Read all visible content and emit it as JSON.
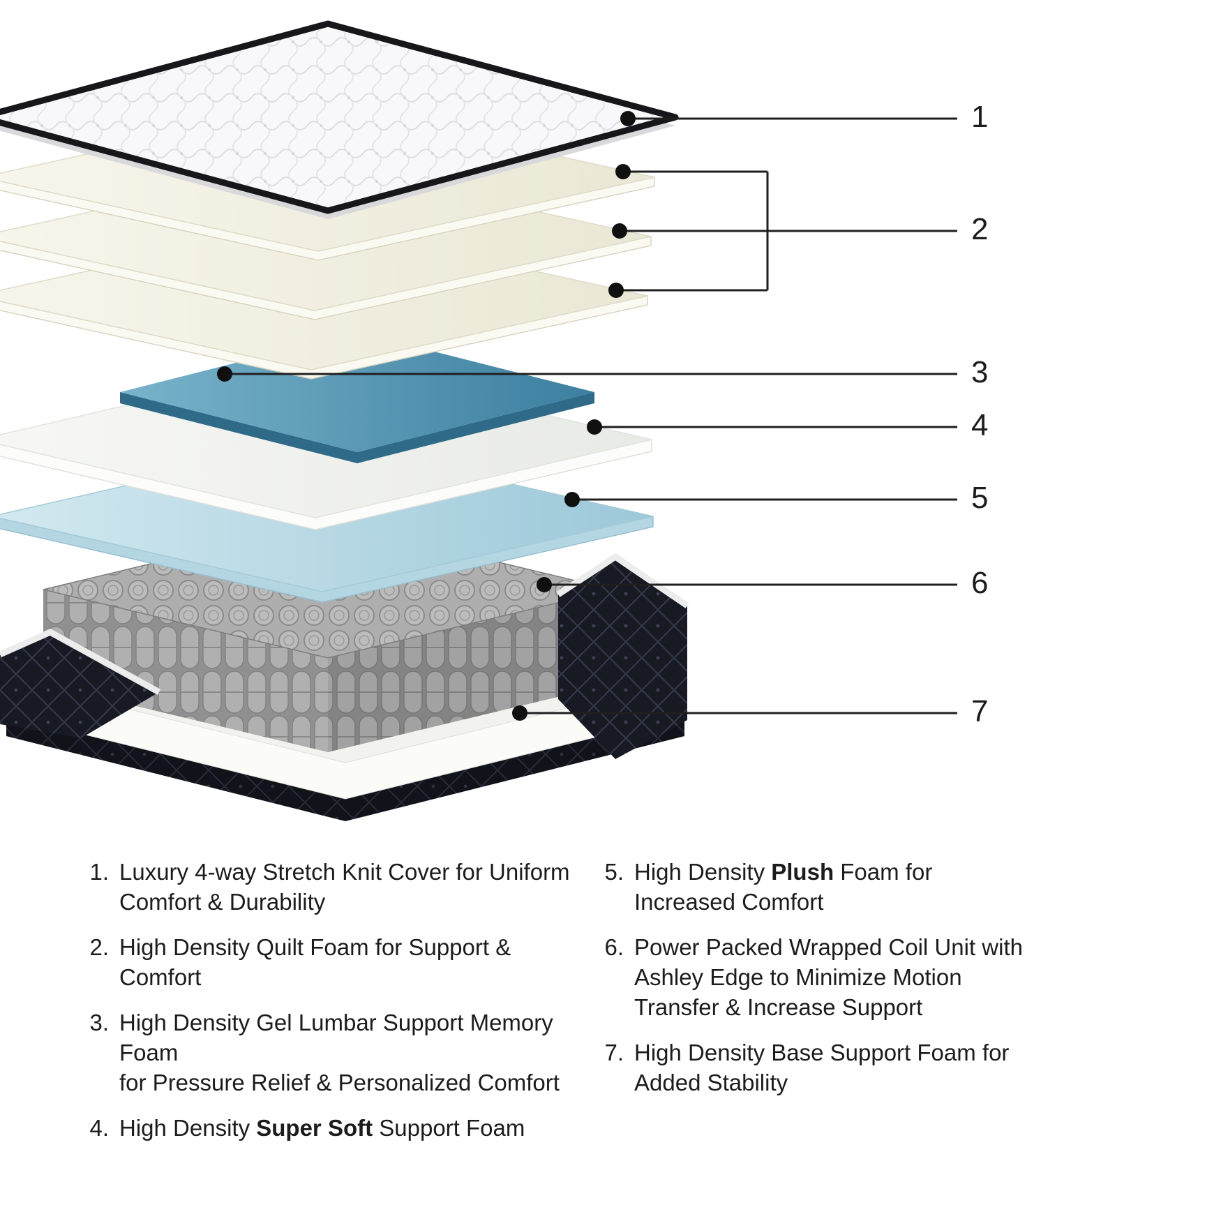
{
  "callouts": [
    {
      "label": "1"
    },
    {
      "label": "2"
    },
    {
      "label": "3"
    },
    {
      "label": "4"
    },
    {
      "label": "5"
    },
    {
      "label": "6"
    },
    {
      "label": "7"
    }
  ],
  "legend": {
    "left": [
      {
        "num": "1.",
        "segments": [
          {
            "text": "Luxury 4-way Stretch Knit Cover for Uniform\nComfort & Durability",
            "bold": false
          }
        ]
      },
      {
        "num": "2.",
        "segments": [
          {
            "text": "High Density Quilt Foam for Support & Comfort",
            "bold": false
          }
        ]
      },
      {
        "num": "3.",
        "segments": [
          {
            "text": "High Density Gel Lumbar Support Memory Foam\nfor Pressure Relief & Personalized Comfort",
            "bold": false
          }
        ]
      },
      {
        "num": "4.",
        "segments": [
          {
            "text": "High Density ",
            "bold": false
          },
          {
            "text": "Super Soft",
            "bold": true
          },
          {
            "text": " Support Foam",
            "bold": false
          }
        ]
      }
    ],
    "right": [
      {
        "num": "5.",
        "segments": [
          {
            "text": "High Density ",
            "bold": false
          },
          {
            "text": "Plush",
            "bold": true
          },
          {
            "text": " Foam for\nIncreased Comfort",
            "bold": false
          }
        ]
      },
      {
        "num": "6.",
        "segments": [
          {
            "text": "Power Packed Wrapped Coil Unit with\nAshley Edge to Minimize Motion\nTransfer & Increase Support",
            "bold": false
          }
        ]
      },
      {
        "num": "7.",
        "segments": [
          {
            "text": "High Density Base Support Foam for\nAdded Stability",
            "bold": false
          }
        ]
      }
    ]
  },
  "layers": [
    {
      "id": 1,
      "name": "stretch-knit-cover"
    },
    {
      "id": 2,
      "name": "quilt-foam-sheets"
    },
    {
      "id": 3,
      "name": "gel-lumbar-memory-foam"
    },
    {
      "id": 4,
      "name": "super-soft-support-foam"
    },
    {
      "id": 5,
      "name": "plush-foam"
    },
    {
      "id": 6,
      "name": "wrapped-coil-unit"
    },
    {
      "id": 7,
      "name": "base-support-foam"
    }
  ],
  "colors": {
    "background": "#ffffff",
    "cover_edge": "#17171b",
    "quilt_foam": "#f1eedc",
    "gel_foam_top": "#4f93b5",
    "gel_foam_side": "#2f6b88",
    "support_foam": "#f2f3ef",
    "plush_foam": "#bcdce8",
    "coil_gray": "#aeaeae",
    "base_shell": "#171923",
    "callout_line": "#1f1f1f"
  }
}
